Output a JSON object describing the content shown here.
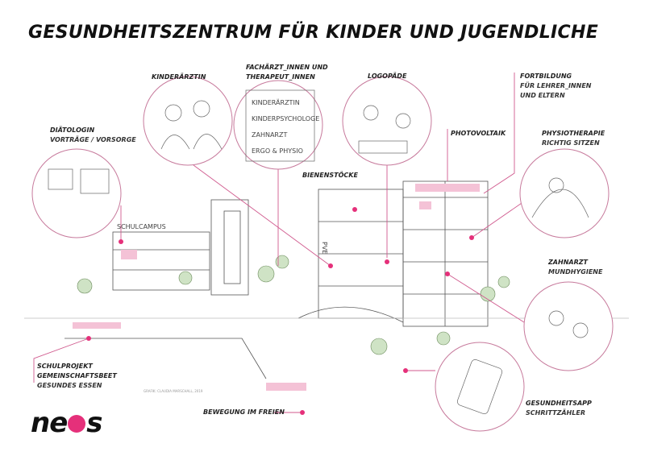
{
  "title": "GESUNDHEITSZENTRUM FÜR KINDER UND JUGENDLICHE",
  "labels": {
    "diaetologin": {
      "line1": "DIÄTOLOGIN",
      "line2": "VORTRÄGE / VORSORGE"
    },
    "kinderaerztin": {
      "line1": "KINDERÄRZTIN"
    },
    "fachaerzte": {
      "line1": "FACHÄRZT_INNEN UND",
      "line2": "THERAPEUT_INNEN"
    },
    "logopaede": {
      "line1": "LOGOPÄDE"
    },
    "fortbildung": {
      "line1": "FORTBILDUNG",
      "line2": "FÜR LEHRER_INNEN",
      "line3": "UND ELTERN"
    },
    "photovoltaik": {
      "line1": "PHOTOVOLTAIK"
    },
    "physiotherapie": {
      "line1": "PHYSIOTHERAPIE",
      "line2": "RICHTIG SITZEN"
    },
    "bienenstoecke": {
      "line1": "BIENENSTÖCKE"
    },
    "zahnarzt": {
      "line1": "ZAHNARZT",
      "line2": "MUNDHYGIENE"
    },
    "gesundheitsapp": {
      "line1": "GESUNDHEITSAPP",
      "line2": "SCHRITTZÄHLER"
    },
    "schulprojekt": {
      "line1": "SCHULPROJEKT",
      "line2": "GEMEINSCHAFTSBEET",
      "line3": "GESUNDES ESSEN"
    },
    "bewegung": {
      "line1": "BEWEGUNG IM FREIEN"
    }
  },
  "signboard": [
    "KINDERÄRZTIN",
    "KINDERPSYCHOLOGE",
    "ZAHNARZT",
    "ERGO & PHYSIO"
  ],
  "building_signs": {
    "school": "SCHULCAMPUS",
    "pve": "PVE"
  },
  "credit": "GRAFIK: CLAUDIA MARSCHALL, 2019",
  "logo": {
    "part1": "ne",
    "part2": "s"
  },
  "colors": {
    "accent": "#e5307a",
    "circle": "#c77a9c",
    "line": "#d05a8e"
  }
}
